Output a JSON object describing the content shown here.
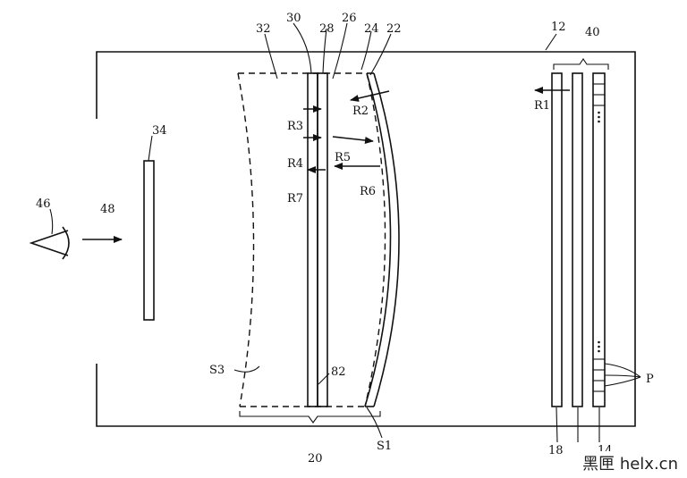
{
  "labels": {
    "l12": "12",
    "l14": "14",
    "l18": "18",
    "l20": "20",
    "l22": "22",
    "l24": "24",
    "l26": "26",
    "l28": "28",
    "l30": "30",
    "l32": "32",
    "l34": "34",
    "l40": "40",
    "l46": "46",
    "l48": "48",
    "l82": "82",
    "r1": "R1",
    "r2": "R2",
    "r3": "R3",
    "r4": "R4",
    "r5": "R5",
    "r6": "R6",
    "r7": "R7",
    "s1": "S1",
    "s3": "S3",
    "p": "P"
  },
  "watermark": {
    "chinese": "黑匣",
    "site": "helx.cn"
  }
}
